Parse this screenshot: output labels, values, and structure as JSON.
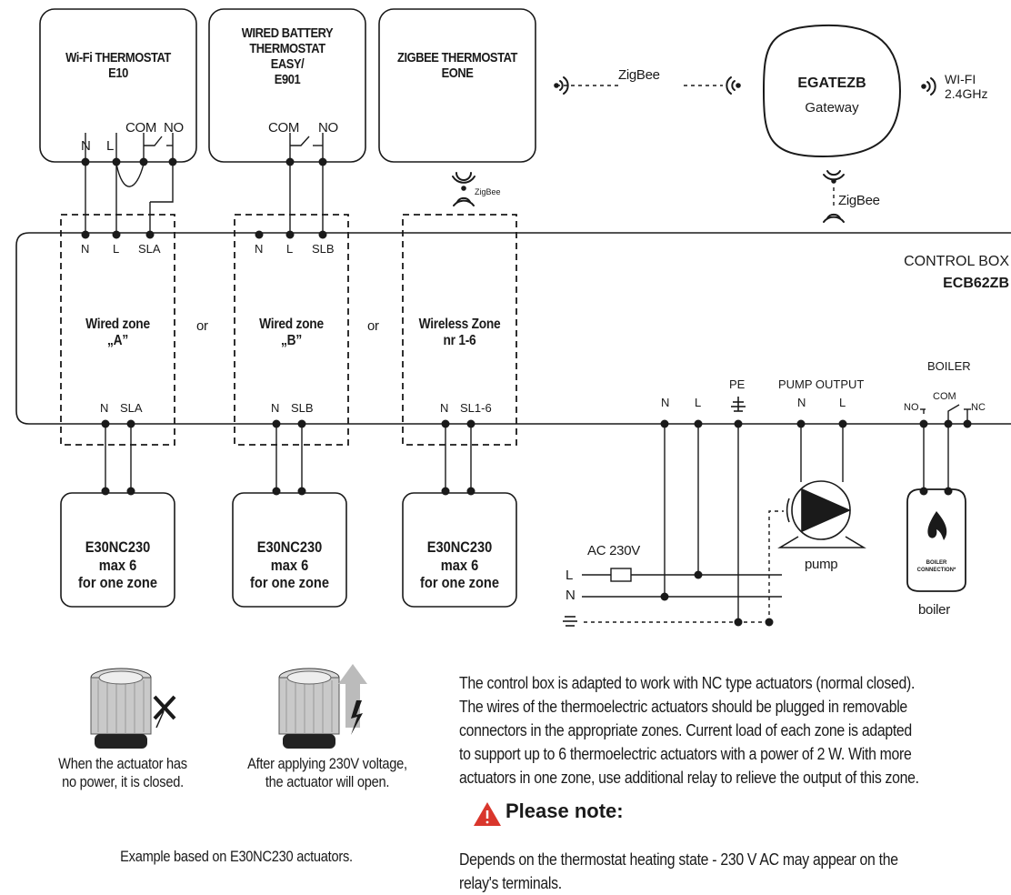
{
  "thermostats": [
    {
      "title_lines": [
        "Wi-Fi THERMOSTAT",
        "E10"
      ],
      "terminals": [
        "N",
        "L",
        "COM",
        "NO"
      ]
    },
    {
      "title_lines": [
        "WIRED BATTERY",
        "THERMOSTAT",
        "EASY/",
        "E901"
      ],
      "terminals": [
        "COM",
        "NO"
      ]
    },
    {
      "title_lines": [
        "ZIGBEE THERMOSTAT",
        "EONE"
      ],
      "terminals": []
    }
  ],
  "gateway": {
    "name": "EGATEZB",
    "sub": "Gateway",
    "wifi": [
      "WI-FI",
      "2.4GHz"
    ]
  },
  "zigbee_link_label": "ZigBee",
  "zigbee_small_label": "ZigBee",
  "zigbee_gateway_label": "ZigBee",
  "control_box": {
    "line1": "CONTROL BOX",
    "line2": "ECB62ZB"
  },
  "zones": [
    {
      "top_terminals": [
        "N",
        "L",
        "SLA"
      ],
      "name_lines": [
        "Wired zone",
        "„A”"
      ],
      "bottom_terminals": [
        "N",
        "SLA"
      ]
    },
    {
      "top_terminals": [
        "N",
        "L",
        "SLB"
      ],
      "name_lines": [
        "Wired zone",
        "„B”"
      ],
      "bottom_terminals": [
        "N",
        "SLB"
      ]
    },
    {
      "top_terminals": [],
      "name_lines": [
        "Wireless Zone",
        "nr 1-6"
      ],
      "bottom_terminals": [
        "N",
        "SL1-6"
      ]
    }
  ],
  "or_label": "or",
  "actuator_boxes": [
    [
      "E30NC230",
      "max 6",
      "for one zone"
    ],
    [
      "E30NC230",
      "max 6",
      "for one zone"
    ],
    [
      "E30NC230",
      "max 6",
      "for one zone"
    ]
  ],
  "power": {
    "terminals": [
      "N",
      "L"
    ],
    "pe": "PE",
    "ac": "AC 230V",
    "l": "L",
    "n": "N"
  },
  "pump": {
    "title": "PUMP OUTPUT",
    "terminals": [
      "N",
      "L"
    ],
    "label": "pump"
  },
  "boiler": {
    "title": "BOILER",
    "no": "NO",
    "com": "COM",
    "nc": "NC",
    "badge_lines": [
      "BOILER",
      "CONNECTION*"
    ],
    "label": "boiler"
  },
  "actuator_states": [
    {
      "caption_lines": [
        "When the actuator has",
        "no power, it is closed."
      ]
    },
    {
      "caption_lines": [
        "After applying 230V voltage,",
        "the actuator will open."
      ]
    }
  ],
  "example_caption": "Example based on E30NC230 actuators.",
  "description_lines": [
    "The control box is adapted to work with NC type actuators (normal closed).",
    "The wires of the thermoelectric actuators should be plugged in removable",
    "connectors in the appropriate zones. Current load of each zone is adapted",
    "to support up to 6 thermoelectric actuators with a power of 2 W. With more",
    "actuators in one zone, use additional relay to relieve the output of this zone."
  ],
  "note": {
    "title": "Please note:",
    "text_lines": [
      "Depends on the thermostat heating state - 230 V AC may appear on the",
      "relay's terminals."
    ]
  }
}
